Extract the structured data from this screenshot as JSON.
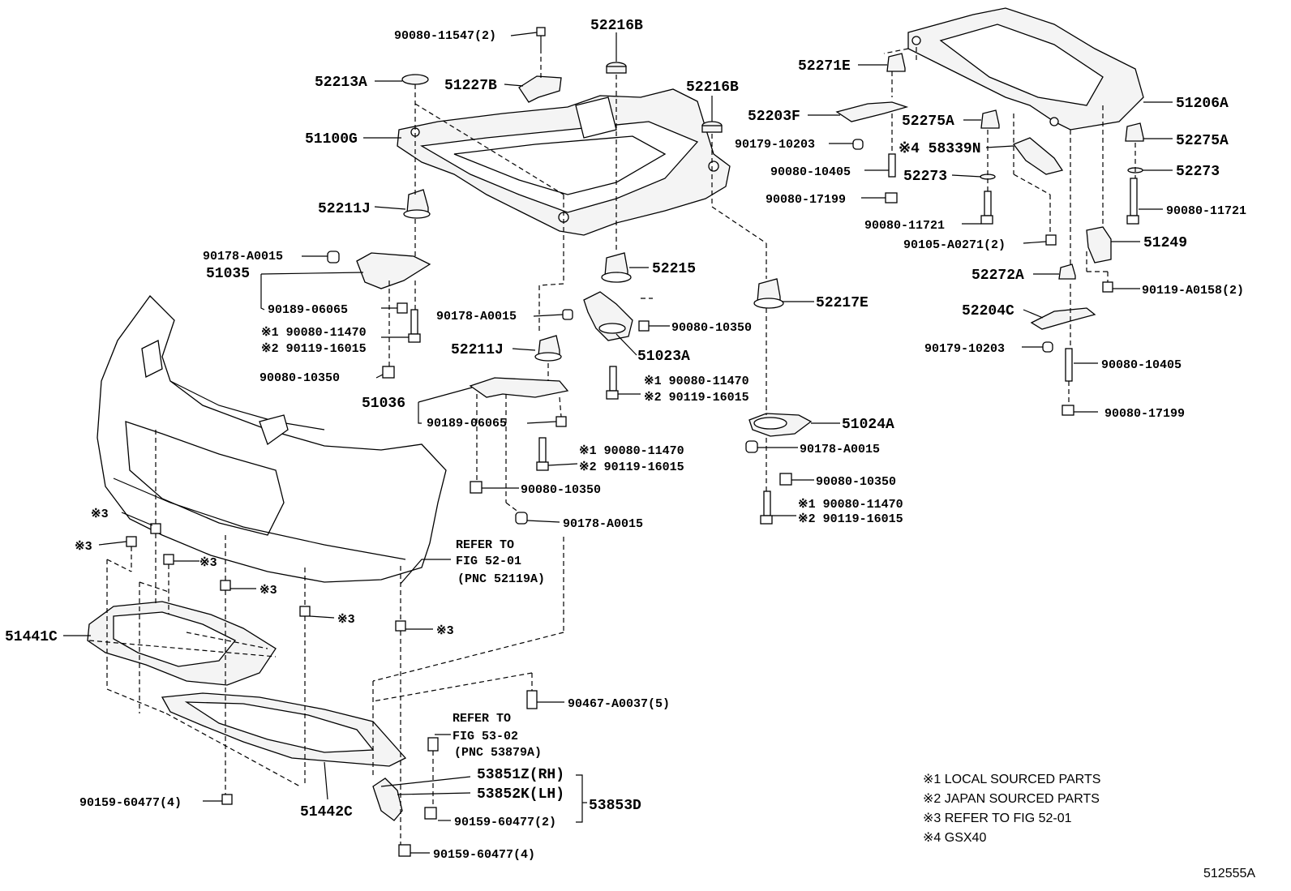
{
  "labels": {
    "l_90080_11547": "90080-11547(2)",
    "l_52216B_a": "52216B",
    "l_52213A": "52213A",
    "l_51227B": "51227B",
    "l_52216B_b": "52216B",
    "l_51100G": "51100G",
    "l_52211J_a": "52211J",
    "l_90178_A0015_a": "90178-A0015",
    "l_51035": "51035",
    "l_90189_06065_a": "90189-06065",
    "l_s1_90080_11470_a": "※1 90080-11470",
    "l_s2_90119_16015_a": "※2 90119-16015",
    "l_90080_10350_a": "90080-10350",
    "l_52215": "52215",
    "l_90178_A0015_b": "90178-A0015",
    "l_90080_10350_b": "90080-10350",
    "l_51023A": "51023A",
    "l_52211J_b": "52211J",
    "l_s1_90080_11470_b": "※1 90080-11470",
    "l_s2_90119_16015_b": "※2 90119-16015",
    "l_51036": "51036",
    "l_90189_06065_b": "90189-06065",
    "l_s1_90080_11470_c": "※1 90080-11470",
    "l_s2_90119_16015_c": "※2 90119-16015",
    "l_90080_10350_c": "90080-10350",
    "l_90178_A0015_c": "90178-A0015",
    "l_52217E": "52217E",
    "l_51024A": "51024A",
    "l_90178_A0015_d": "90178-A0015",
    "l_90080_10350_d": "90080-10350",
    "l_s1_90080_11470_d": "※1 90080-11470",
    "l_s2_90119_16015_d": "※2 90119-16015",
    "l_52271E": "52271E",
    "l_52203F": "52203F",
    "l_90179_10203_a": "90179-10203",
    "l_52275A_a": "52275A",
    "l_s4_58339N": "※4 58339N",
    "l_90080_10405_a": "90080-10405",
    "l_52273_a": "52273",
    "l_90080_17199_a": "90080-17199",
    "l_90080_11721_a": "90080-11721",
    "l_90105_A0271": "90105-A0271(2)",
    "l_51206A": "51206A",
    "l_52275A_b": "52275A",
    "l_52273_b": "52273",
    "l_90080_11721_b": "90080-11721",
    "l_51249": "51249",
    "l_52272A": "52272A",
    "l_90119_A0158": "90119-A0158(2)",
    "l_52204C": "52204C",
    "l_90179_10203_b": "90179-10203",
    "l_90080_10405_b": "90080-10405",
    "l_90080_17199_b": "90080-17199",
    "l_s3_a": "※3",
    "l_s3_b": "※3",
    "l_s3_c": "※3",
    "l_s3_d": "※3",
    "l_s3_e": "※3",
    "l_s3_f": "※3",
    "l_refer1_a": "REFER TO",
    "l_refer1_b": "FIG 52-01",
    "l_refer1_c": "(PNC 52119A)",
    "l_51441C": "51441C",
    "l_90467_A0037": "90467-A0037(5)",
    "l_refer2_a": "REFER TO",
    "l_refer2_b": "FIG 53-02",
    "l_refer2_c": "(PNC 53879A)",
    "l_53851Z": "53851Z(RH)",
    "l_53852K": "53852K(LH)",
    "l_53853D": "53853D",
    "l_90159_60477_a": "90159-60477(2)",
    "l_90159_60477_b": "90159-60477(4)",
    "l_90159_60477_c": "90159-60477(4)",
    "l_51442C": "51442C"
  },
  "legend": {
    "n1": "※1 LOCAL SOURCED PARTS",
    "n2": "※2 JAPAN SOURCED PARTS",
    "n3": "※3 REFER TO FIG 52-01",
    "n4": "※4 GSX40"
  },
  "figure_id": "512555A"
}
